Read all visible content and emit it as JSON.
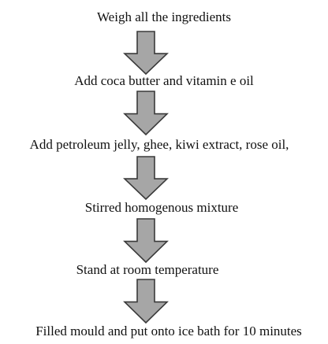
{
  "flowchart": {
    "steps": [
      {
        "label": "Weigh all the ingredients"
      },
      {
        "label": "Add coca butter and vitamin e oil"
      },
      {
        "label": "Add petroleum jelly, ghee, kiwi extract, rose oil,"
      },
      {
        "label": "Stirred homogenous mixture"
      },
      {
        "label": "Stand at room temperature"
      },
      {
        "label": "Filled mould and put onto ice bath for 10 minutes"
      }
    ],
    "arrow_fill": "#a6a6a6",
    "arrow_stroke": "#3a3a3a"
  }
}
